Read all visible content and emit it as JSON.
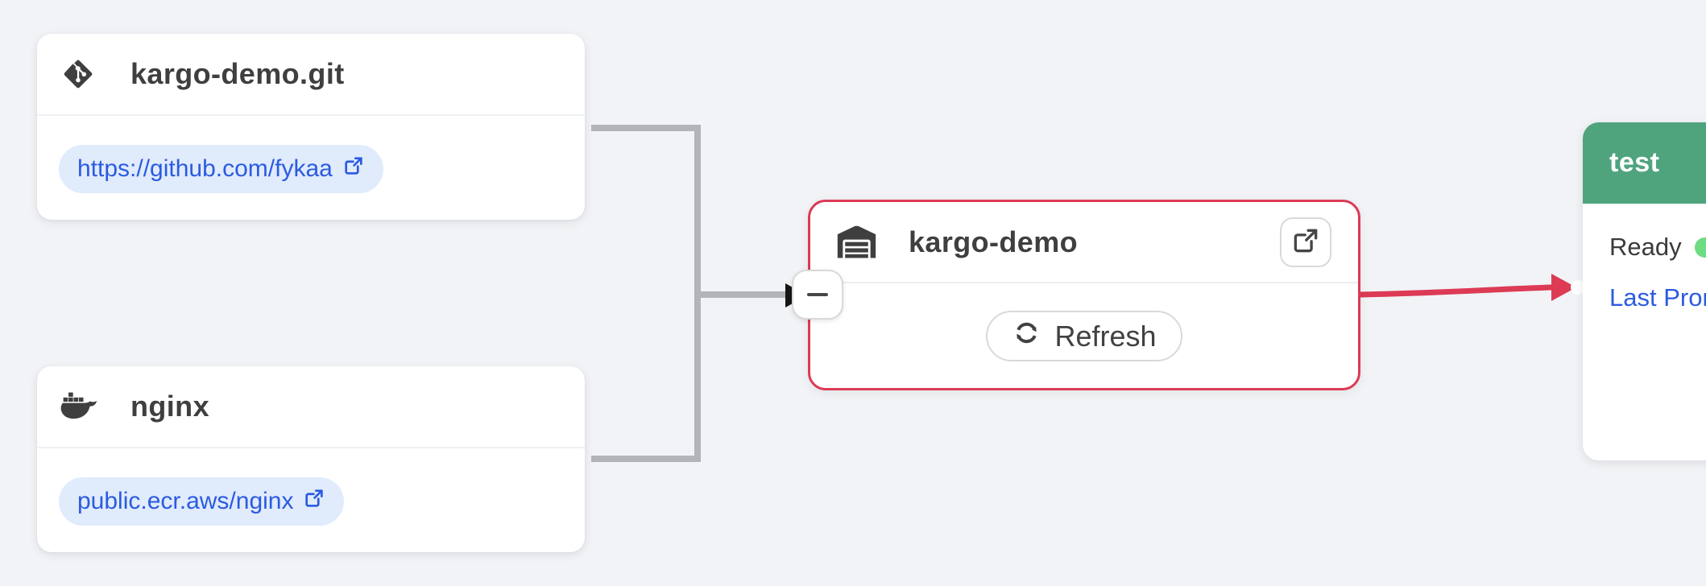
{
  "colors": {
    "background": "#f1f3f6",
    "edge_gray": "#b3b4b9",
    "edge_red": "#dc3a55",
    "warehouse_border_red": "#dc3a55",
    "stage_header_green": "#4fa47e",
    "status_dot_green": "#6ddc82",
    "link_blue": "#2b5be0",
    "pill_blue_bg": "#e0ebfc",
    "text_dark": "#3f3f3f",
    "button_border": "#d9d9d9"
  },
  "freight_sources": [
    {
      "title": "kargo-demo.git",
      "icon": "git-icon",
      "link": "https://github.com/fykaa"
    },
    {
      "title": "nginx",
      "icon": "docker-icon",
      "link": "public.ecr.aws/nginx"
    }
  ],
  "warehouse": {
    "title": "kargo-demo",
    "refresh_label": "Refresh"
  },
  "stage": {
    "title": "test",
    "status_label": "Ready",
    "last_promotion_label": "Last Promotion"
  }
}
